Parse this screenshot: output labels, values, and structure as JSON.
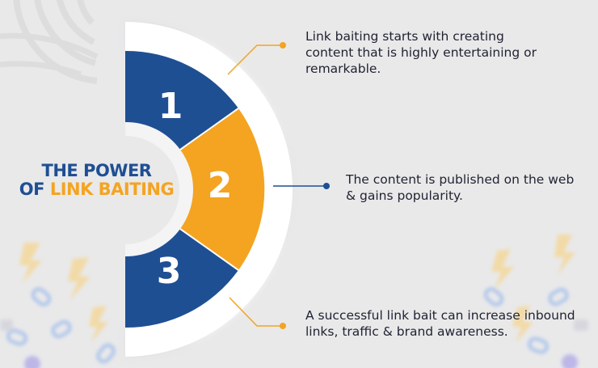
{
  "title": {
    "line1": "THE POWER",
    "line2_prefix": "OF",
    "line2_highlight": "LINK BAITING"
  },
  "steps": [
    {
      "number": "1",
      "text": "Link baiting starts with creating content that is highly entertaining or remarkable."
    },
    {
      "number": "2",
      "text": "The content is published on the web & gains popularity."
    },
    {
      "number": "3",
      "text": "A successful link bait can increase inbound links, traffic & brand awareness."
    }
  ],
  "colors": {
    "blue": "#1f4f93",
    "orange": "#f4a421",
    "background": "#e9e9ea",
    "text": "#1f2230"
  }
}
